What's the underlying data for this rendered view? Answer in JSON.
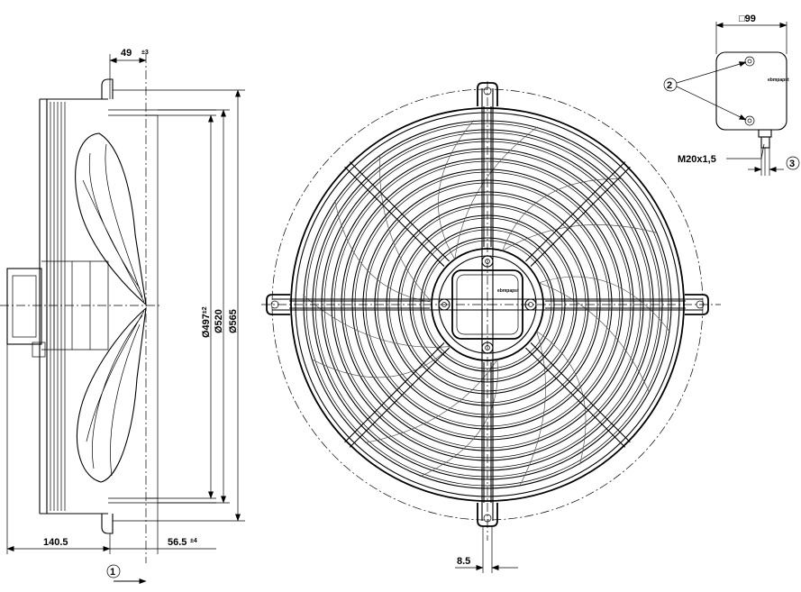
{
  "dimensions": {
    "axial_gap": "49",
    "axial_gap_tol": "±3",
    "dia_497": "Ø497",
    "dia_497_tol": "±2",
    "dia_520": "Ø520",
    "dia_565": "Ø565",
    "len_1405": "140.5",
    "len_565": "56.5",
    "len_565_tol": "±4",
    "width_85": "8.5",
    "box_99": "□99",
    "thread": "M20x1,5"
  },
  "callouts": {
    "c1": "1",
    "c2": "2",
    "c3": "3"
  },
  "logo": "ebmpapst",
  "colors": {
    "line": "#000000",
    "background": "#ffffff"
  }
}
